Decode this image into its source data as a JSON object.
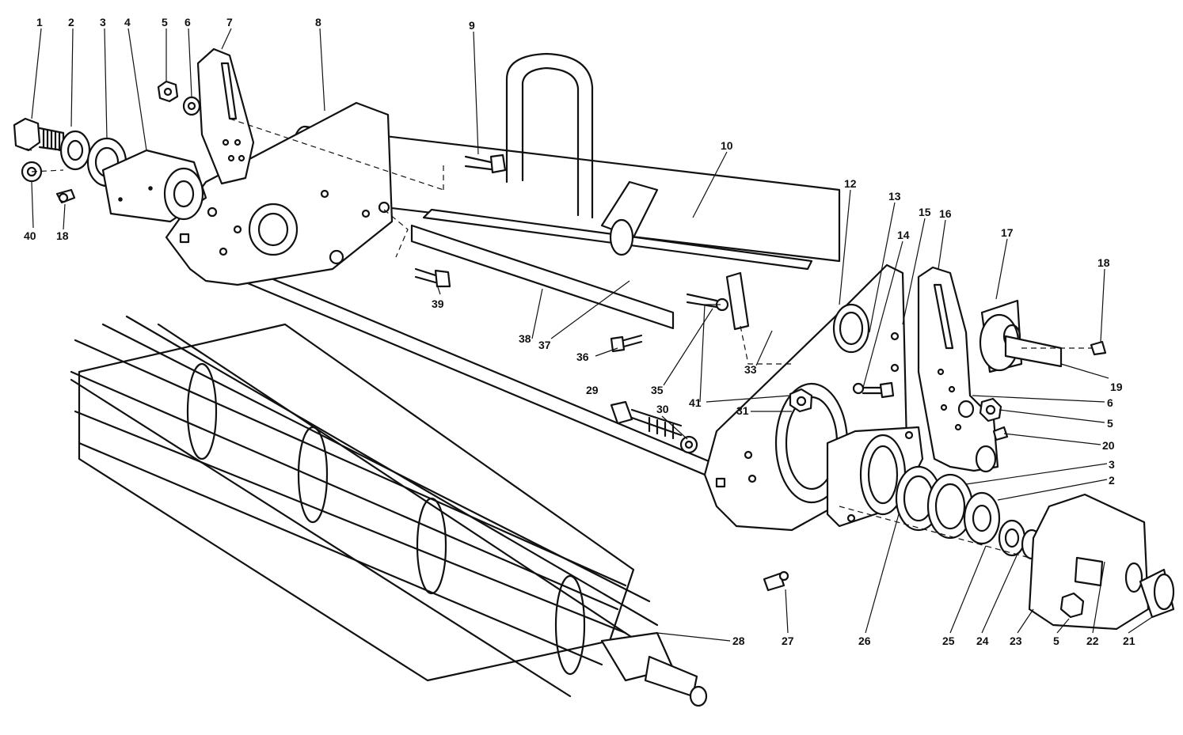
{
  "callouts": [
    {
      "id": "c1",
      "text": "1"
    },
    {
      "id": "c2",
      "text": "2"
    },
    {
      "id": "c3",
      "text": "3"
    },
    {
      "id": "c4",
      "text": "4"
    },
    {
      "id": "c5",
      "text": "5"
    },
    {
      "id": "c6",
      "text": "6"
    },
    {
      "id": "c7",
      "text": "7"
    },
    {
      "id": "c8",
      "text": "8"
    },
    {
      "id": "c9",
      "text": "9"
    },
    {
      "id": "c10",
      "text": "10"
    },
    {
      "id": "c12",
      "text": "12"
    },
    {
      "id": "c13",
      "text": "13"
    },
    {
      "id": "c14",
      "text": "14"
    },
    {
      "id": "c15",
      "text": "15"
    },
    {
      "id": "c16",
      "text": "16"
    },
    {
      "id": "c17",
      "text": "17"
    },
    {
      "id": "c18a",
      "text": "18"
    },
    {
      "id": "c18b",
      "text": "18"
    },
    {
      "id": "c19",
      "text": "19"
    },
    {
      "id": "c6b",
      "text": "6"
    },
    {
      "id": "c5b",
      "text": "5"
    },
    {
      "id": "c20",
      "text": "20"
    },
    {
      "id": "c3b",
      "text": "3"
    },
    {
      "id": "c2b",
      "text": "2"
    },
    {
      "id": "c40",
      "text": "40"
    },
    {
      "id": "c39",
      "text": "39"
    },
    {
      "id": "c38",
      "text": "38"
    },
    {
      "id": "c37",
      "text": "37"
    },
    {
      "id": "c36",
      "text": "36"
    },
    {
      "id": "c35",
      "text": "35"
    },
    {
      "id": "c33",
      "text": "33"
    },
    {
      "id": "c41",
      "text": "41"
    },
    {
      "id": "c31",
      "text": "31"
    },
    {
      "id": "c29",
      "text": "29"
    },
    {
      "id": "c30",
      "text": "30"
    },
    {
      "id": "c28",
      "text": "28"
    },
    {
      "id": "c27",
      "text": "27"
    },
    {
      "id": "c26",
      "text": "26"
    },
    {
      "id": "c25",
      "text": "25"
    },
    {
      "id": "c24",
      "text": "24"
    },
    {
      "id": "c23",
      "text": "23"
    },
    {
      "id": "c5c",
      "text": "5"
    },
    {
      "id": "c22",
      "text": "22"
    },
    {
      "id": "c21",
      "text": "21"
    }
  ]
}
